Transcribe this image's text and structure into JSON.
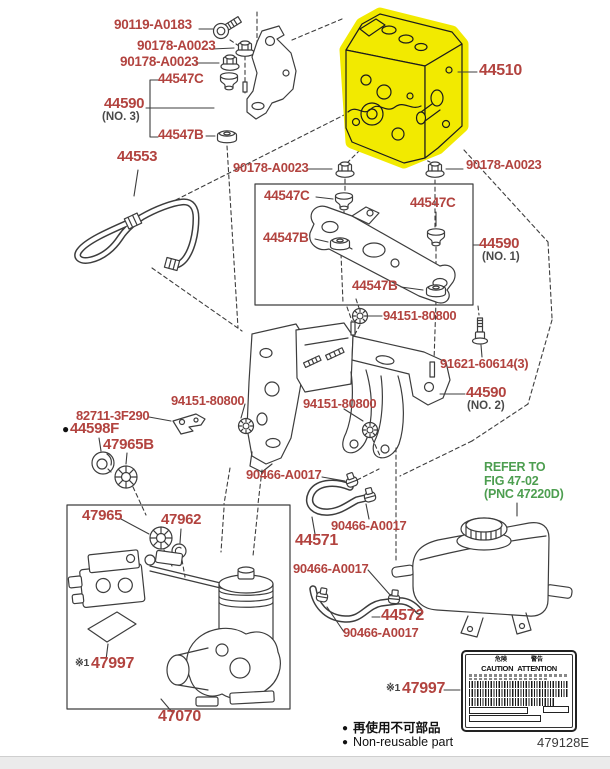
{
  "figure": {
    "code": "479128E"
  },
  "colors": {
    "label_red": "#b2433f",
    "note_green": "#4d9e50",
    "highlight_yellow": "#f2ea00",
    "line_ink": "#3d3d3d"
  },
  "markers": {
    "dot": "●",
    "ref": "※1"
  },
  "legend": {
    "jp": "再使用不可部品",
    "en": "Non-reusable part"
  },
  "refer_note": {
    "line1": "REFER TO",
    "line2": "FIG 47-02",
    "line3": "(PNC 47220D)"
  },
  "caution": {
    "jp_left": "危険",
    "jp_right": "警告",
    "en_left": "CAUTION",
    "en_right": "ATTENTION"
  },
  "labels": [
    {
      "text": "90119-A0183"
    },
    {
      "text": "90178-A0023"
    },
    {
      "text": "90178-A0023"
    },
    {
      "text": "44547C"
    },
    {
      "text": "44590"
    },
    {
      "text": "(NO. 3)"
    },
    {
      "text": "44547B"
    },
    {
      "text": "44553"
    },
    {
      "text": "44510"
    },
    {
      "text": "90178-A0023"
    },
    {
      "text": "90178-A0023"
    },
    {
      "text": "44547C"
    },
    {
      "text": "44547C"
    },
    {
      "text": "44547B"
    },
    {
      "text": "44590"
    },
    {
      "text": "(NO. 1)"
    },
    {
      "text": "44547B"
    },
    {
      "text": "94151-80800"
    },
    {
      "text": "91621-60614(3)"
    },
    {
      "text": "44590"
    },
    {
      "text": "(NO. 2)"
    },
    {
      "text": "94151-80800"
    },
    {
      "text": "82711-3F290"
    },
    {
      "text": "44598F"
    },
    {
      "text": "47965B"
    },
    {
      "text": "94151-80800"
    },
    {
      "text": "90466-A0017"
    },
    {
      "text": "47965"
    },
    {
      "text": "47962"
    },
    {
      "text": "44571"
    },
    {
      "text": "90466-A0017"
    },
    {
      "text": "90466-A0017"
    },
    {
      "text": "44572"
    },
    {
      "text": "90466-A0017"
    },
    {
      "text": "47997"
    },
    {
      "text": "47070"
    },
    {
      "text": "47997"
    },
    {
      "text": "479128E"
    }
  ]
}
